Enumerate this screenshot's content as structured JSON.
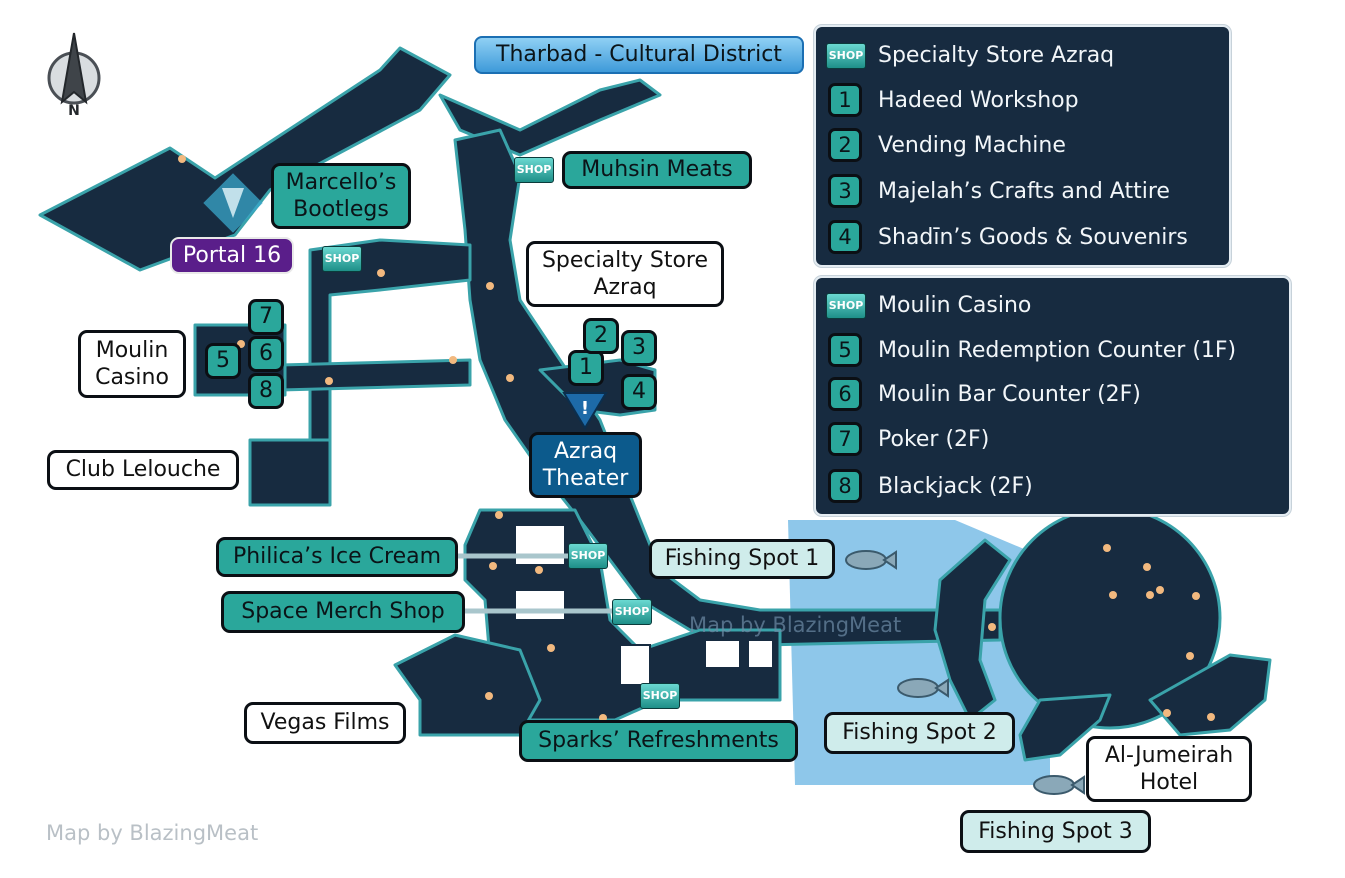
{
  "title": "Tharbad - Cultural District",
  "credits": {
    "bottom": "Map by BlazingMeat",
    "overlay": "Map by BlazingMeat"
  },
  "compass": {
    "letter": "N"
  },
  "shop_icon_text": "SHOP",
  "theater_marker": "!",
  "legends": {
    "store": [
      {
        "key": "SHOP",
        "label": "Specialty Store Azraq"
      },
      {
        "key": "1",
        "label": "Hadeed Workshop"
      },
      {
        "key": "2",
        "label": "Vending Machine"
      },
      {
        "key": "3",
        "label": "Majelah’s Crafts and Attire"
      },
      {
        "key": "4",
        "label": "Shadīn’s Goods & Souvenirs"
      }
    ],
    "casino": [
      {
        "key": "SHOP",
        "label": "Moulin Casino"
      },
      {
        "key": "5",
        "label": "Moulin Redemption Counter (1F)"
      },
      {
        "key": "6",
        "label": "Moulin Bar Counter (2F)"
      },
      {
        "key": "7",
        "label": "Poker (2F)"
      },
      {
        "key": "8",
        "label": "Blackjack (2F)"
      }
    ]
  },
  "labels": {
    "muhsin": "Muhsin Meats",
    "marcello_1": "Marcello’s",
    "marcello_2": "Bootlegs",
    "portal": "Portal 16",
    "specialty_1": "Specialty Store",
    "specialty_2": "Azraq",
    "moulin_1": "Moulin",
    "moulin_2": "Casino",
    "club": "Club Lelouche",
    "theater_1": "Azraq",
    "theater_2": "Theater",
    "philica": "Philica’s Ice Cream",
    "space": "Space Merch Shop",
    "fishing1": "Fishing Spot 1",
    "fishing2": "Fishing Spot 2",
    "fishing3": "Fishing Spot 3",
    "vegas": "Vegas Films",
    "sparks": "Sparks’ Refreshments",
    "hotel_1": "Al-Jumeirah",
    "hotel_2": "Hotel"
  },
  "markers": {
    "n1": "1",
    "n2": "2",
    "n3": "3",
    "n4": "4",
    "n5": "5",
    "n6": "6",
    "n7": "7",
    "n8": "8"
  },
  "colors": {
    "floor": "#172b40",
    "edge": "#3aa3aa",
    "water": "#8ec7ea",
    "teal": "#2aa79b",
    "portal": "#5a1e8a",
    "theater": "#0c5a8c"
  }
}
